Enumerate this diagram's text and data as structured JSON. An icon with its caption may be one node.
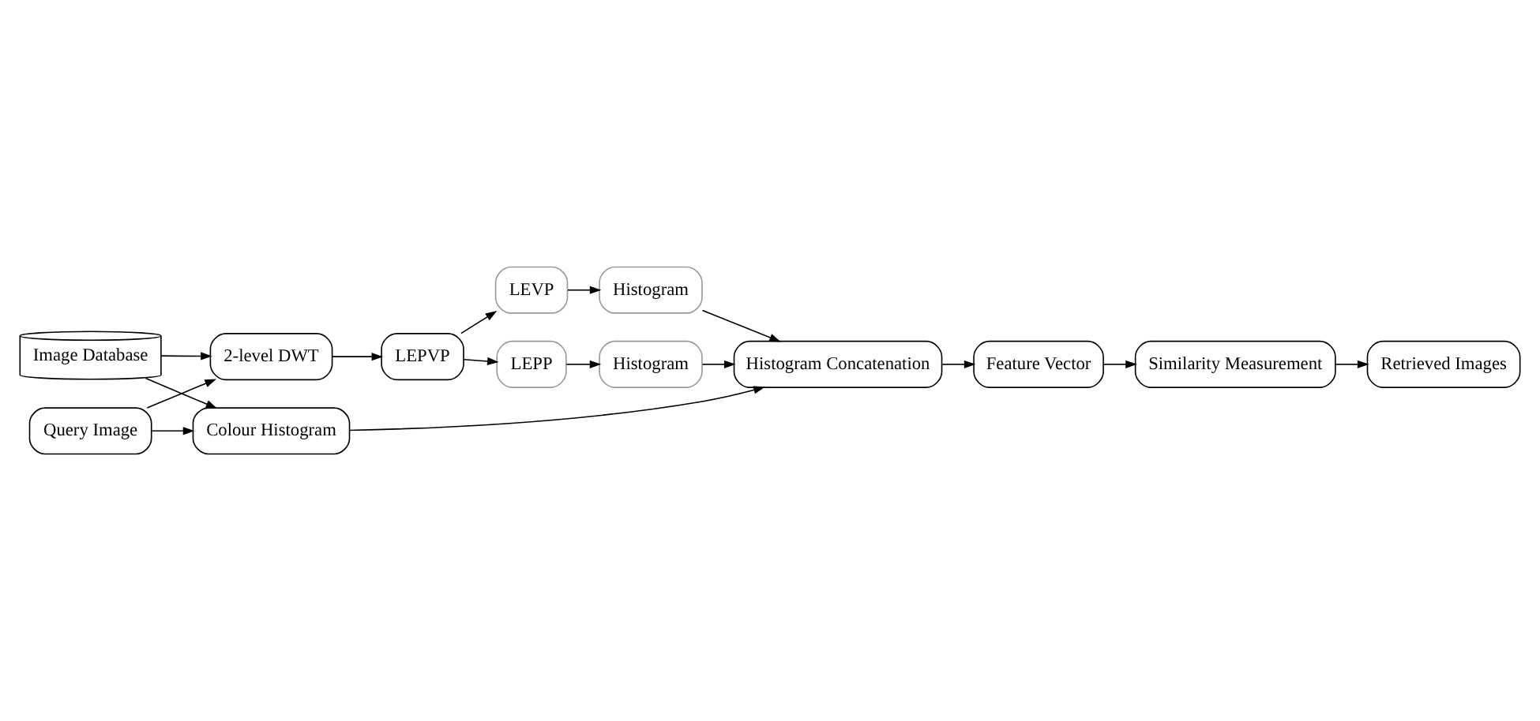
{
  "diagram": {
    "nodes": [
      {
        "text": [
          "Image Database"
        ]
      },
      {
        "text": [
          "Query Image"
        ]
      },
      {
        "text": [
          "2-level DWT"
        ]
      },
      {
        "text": [
          "LEPVP"
        ]
      },
      {
        "text": [
          "LEPP"
        ]
      },
      {
        "text": [
          "Histogram"
        ]
      },
      {
        "text": [
          "LEVP"
        ]
      },
      {
        "text": [
          "Histogram"
        ]
      },
      {
        "text": [
          "Colour Histogram"
        ]
      },
      {
        "text": [
          "Histogram Concatenation"
        ]
      },
      {
        "text": [
          "Feature Vector"
        ]
      },
      {
        "text": [
          "Similarity Measurement"
        ]
      },
      {
        "text": [
          "Retrieved Images"
        ]
      }
    ],
    "edges": [
      {
        "from": 0,
        "to": 2,
        "arrow": "to"
      },
      {
        "from": 0,
        "to": 8,
        "arrow": "to"
      },
      {
        "from": 1,
        "to": 2,
        "arrow": "to"
      },
      {
        "from": 1,
        "to": 8,
        "arrow": "to"
      },
      {
        "from": 2,
        "to": 3,
        "arrow": "to"
      },
      {
        "from": 3,
        "to": 4,
        "arrow": "to"
      },
      {
        "from": 3,
        "to": 6,
        "arrow": "to"
      },
      {
        "from": 4,
        "to": 5,
        "arrow": "to"
      },
      {
        "from": 6,
        "to": 7,
        "arrow": "to"
      },
      {
        "from": 5,
        "to": 9,
        "arrow": "to"
      },
      {
        "from": 7,
        "to": 9,
        "arrow": "to"
      },
      {
        "from": 8,
        "to": 9,
        "arrow": "to"
      },
      {
        "from": 9,
        "to": 10,
        "arrow": "to"
      },
      {
        "from": 10,
        "to": 11,
        "arrow": "to"
      },
      {
        "from": 11,
        "to": 12,
        "arrow": "to"
      }
    ]
  }
}
